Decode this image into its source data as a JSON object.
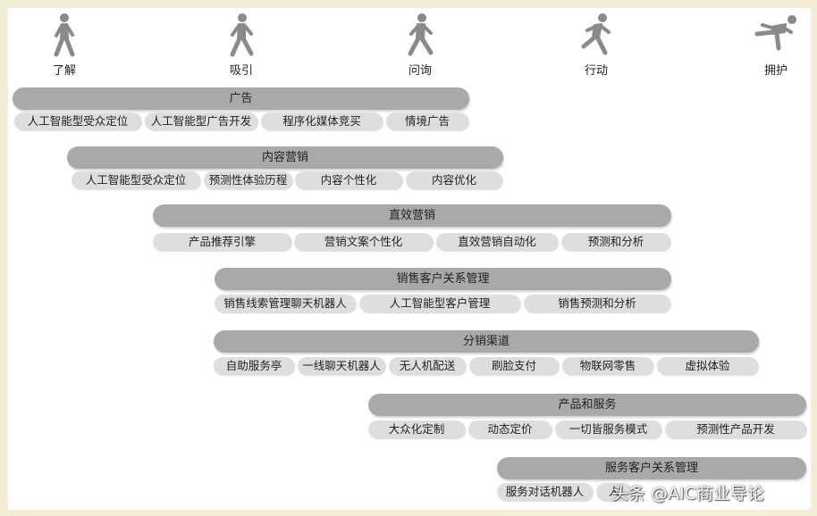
{
  "stages": [
    {
      "label": "了解",
      "icon": "walking-person-icon"
    },
    {
      "label": "吸引",
      "icon": "walking-person-icon"
    },
    {
      "label": "问询",
      "icon": "walking-person-icon"
    },
    {
      "label": "行动",
      "icon": "running-person-icon"
    },
    {
      "label": "拥护",
      "icon": "sprinting-person-icon"
    }
  ],
  "rows": [
    {
      "title": "广告",
      "items": [
        "人工智能型受众定位",
        "人工智能型广告开发",
        "程序化媒体竞买",
        "情境广告"
      ]
    },
    {
      "title": "内容营销",
      "items": [
        "人工智能型受众定位",
        "预测性体验历程",
        "内容个性化",
        "内容优化"
      ]
    },
    {
      "title": "直效营销",
      "items": [
        "产品推荐引擎",
        "营销文案个性化",
        "直效营销自动化",
        "预测和分析"
      ]
    },
    {
      "title": "销售客户关系管理",
      "items": [
        "销售线索管理聊天机器人",
        "人工智能型客户管理",
        "销售预测和分析"
      ]
    },
    {
      "title": "分销渠道",
      "items": [
        "自助服务亭",
        "一线聊天机器人",
        "无人机配送",
        "刷脸支付",
        "物联网零售",
        "虚拟体验"
      ]
    },
    {
      "title": "产品和服务",
      "items": [
        "大众化定制",
        "动态定价",
        "一切皆服务模式",
        "预测性产品开发"
      ]
    },
    {
      "title": "服务客户关系管理",
      "items": [
        "服务对话机器人",
        "人"
      ]
    }
  ],
  "watermark": "头条 @AIC商业导论",
  "colors": {
    "background": "#f4edd6",
    "bar": "#a9a9a9",
    "pill": "#dedede",
    "icon": "#8a8a8a"
  }
}
